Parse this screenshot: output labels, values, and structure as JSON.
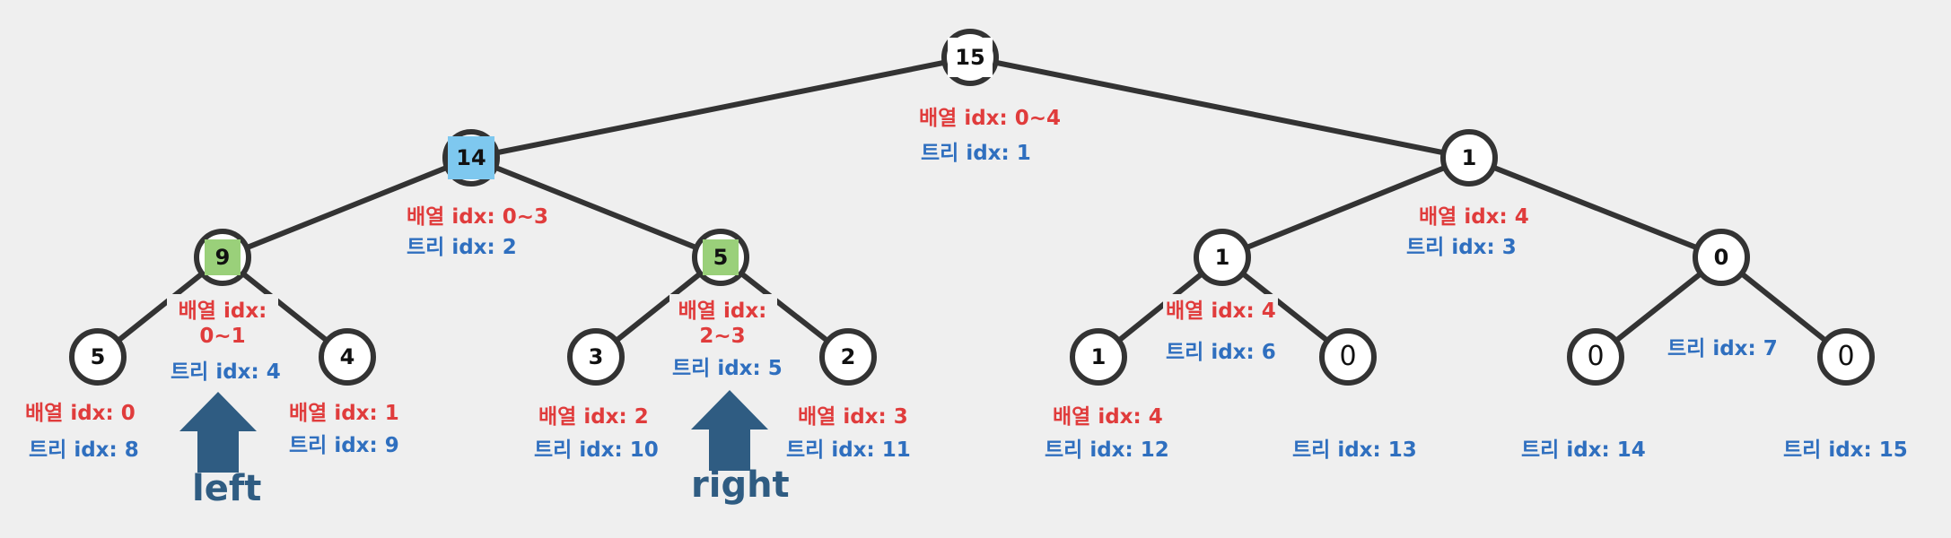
{
  "nodes": {
    "n1": "15",
    "n2": "14",
    "n3": "1",
    "n4": "9",
    "n5": "5",
    "n6": "1",
    "n7": "0",
    "n8": "5",
    "n9": "4",
    "n10": "3",
    "n11": "2",
    "n12": "1",
    "n13": "0",
    "n14": "0",
    "n15": "0"
  },
  "labels": {
    "n1_arr": "배열 idx: 0~4",
    "n1_tree": "트리 idx: 1",
    "n2_arr": "배열 idx: 0~3",
    "n2_tree": "트리 idx: 2",
    "n3_arr": "배열 idx: 4",
    "n3_tree": "트리 idx: 3",
    "n4_arr_line1": "배열 idx:",
    "n4_arr_line2": "0~1",
    "n4_tree": "트리 idx: 4",
    "n5_arr_line1": "배열 idx:",
    "n5_arr_line2": "2~3",
    "n5_tree": "트리 idx: 5",
    "n6_arr": "배열 idx: 4",
    "n6_tree": "트리 idx: 6",
    "n7_tree": "트리 idx: 7",
    "n8_arr": "배열 idx: 0",
    "n8_tree": "트리 idx: 8",
    "n9_arr": "배열 idx: 1",
    "n9_tree": "트리 idx: 9",
    "n10_arr": "배열 idx: 2",
    "n10_tree": "트리 idx: 10",
    "n11_arr": "배열 idx: 3",
    "n11_tree": "트리 idx: 11",
    "n12_arr": "배열 idx: 4",
    "n12_tree": "트리 idx: 12",
    "n13_tree": "트리 idx: 13",
    "n14_tree": "트리 idx: 14",
    "n15_tree": "트리 idx: 15"
  },
  "pointers": {
    "left": "left",
    "right": "right"
  },
  "colors": {
    "array_index_text": "#e03c3c",
    "tree_index_text": "#2f6fbf",
    "edge": "#333333",
    "highlight_green": "#9ad07a",
    "highlight_blue": "#7ec8ef",
    "pointer_arrow": "#2f5c82"
  }
}
